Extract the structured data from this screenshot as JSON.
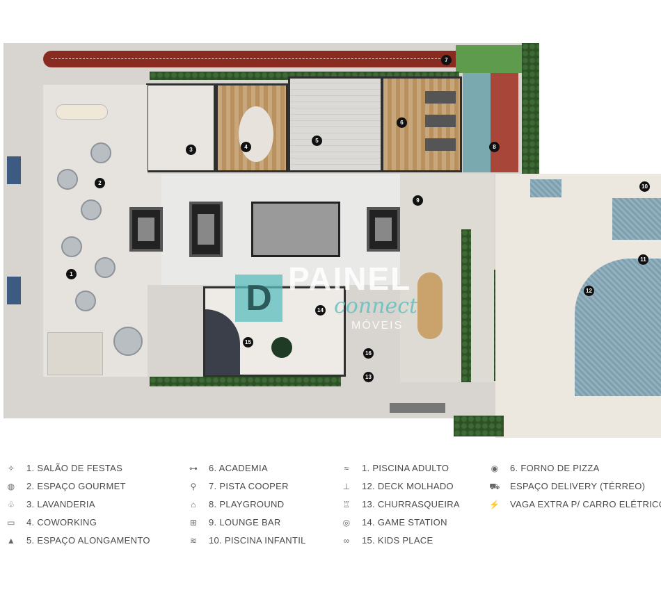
{
  "markers": [
    "1",
    "2",
    "3",
    "4",
    "5",
    "6",
    "7",
    "8",
    "9",
    "10",
    "11",
    "12",
    "13",
    "14",
    "15",
    "16"
  ],
  "watermark": {
    "letter": "D",
    "brand": "PAINEL",
    "script": "connect",
    "sub": "MÓVEIS"
  },
  "legend": [
    {
      "icon": "party-icon",
      "glyph": "✧",
      "label": "1. SALÃO DE FESTAS"
    },
    {
      "icon": "plate-cutlery-icon",
      "glyph": "◍",
      "label": "2. ESPAÇO GOURMET"
    },
    {
      "icon": "shirt-icon",
      "glyph": "♧",
      "label": "3. LAVANDERIA"
    },
    {
      "icon": "laptop-icon",
      "glyph": "▭",
      "label": "4. COWORKING"
    },
    {
      "icon": "stretching-icon",
      "glyph": "▲",
      "label": "5. ESPAÇO ALONGAMENTO"
    },
    {
      "icon": "dumbbell-icon",
      "glyph": "⊶",
      "label": "6. ACADEMIA"
    },
    {
      "icon": "runner-icon",
      "glyph": "⚲",
      "label": "7. PISTA COOPER"
    },
    {
      "icon": "slide-icon",
      "glyph": "⌂",
      "label": "8. PLAYGROUND"
    },
    {
      "icon": "bar-icon",
      "glyph": "⊞",
      "label": "9. LOUNGE BAR"
    },
    {
      "icon": "child-pool-icon",
      "glyph": "≋",
      "label": "10. PISCINA INFANTIL"
    },
    {
      "icon": "swimmer-icon",
      "glyph": "≈",
      "label": "1. PISCINA ADULTO"
    },
    {
      "icon": "sunbed-icon",
      "glyph": "⊥",
      "label": "12. DECK MOLHADO"
    },
    {
      "icon": "grill-icon",
      "glyph": "♖",
      "label": "13. CHURRASQUEIRA"
    },
    {
      "icon": "gamepad-icon",
      "glyph": "◎",
      "label": "14. GAME STATION"
    },
    {
      "icon": "bicycle-icon",
      "glyph": "∞",
      "label": "15. KIDS PLACE"
    },
    {
      "icon": "pizza-icon",
      "glyph": "◉",
      "label": "6. FORNO DE PIZZA"
    },
    {
      "icon": "delivery-scooter-icon",
      "glyph": "⛟",
      "label": "ESPAÇO DELIVERY (TÉRREO)"
    },
    {
      "icon": "electric-car-icon",
      "glyph": "⚡",
      "label": "VAGA EXTRA P/ CARRO ELÉTRICO ("
    }
  ]
}
